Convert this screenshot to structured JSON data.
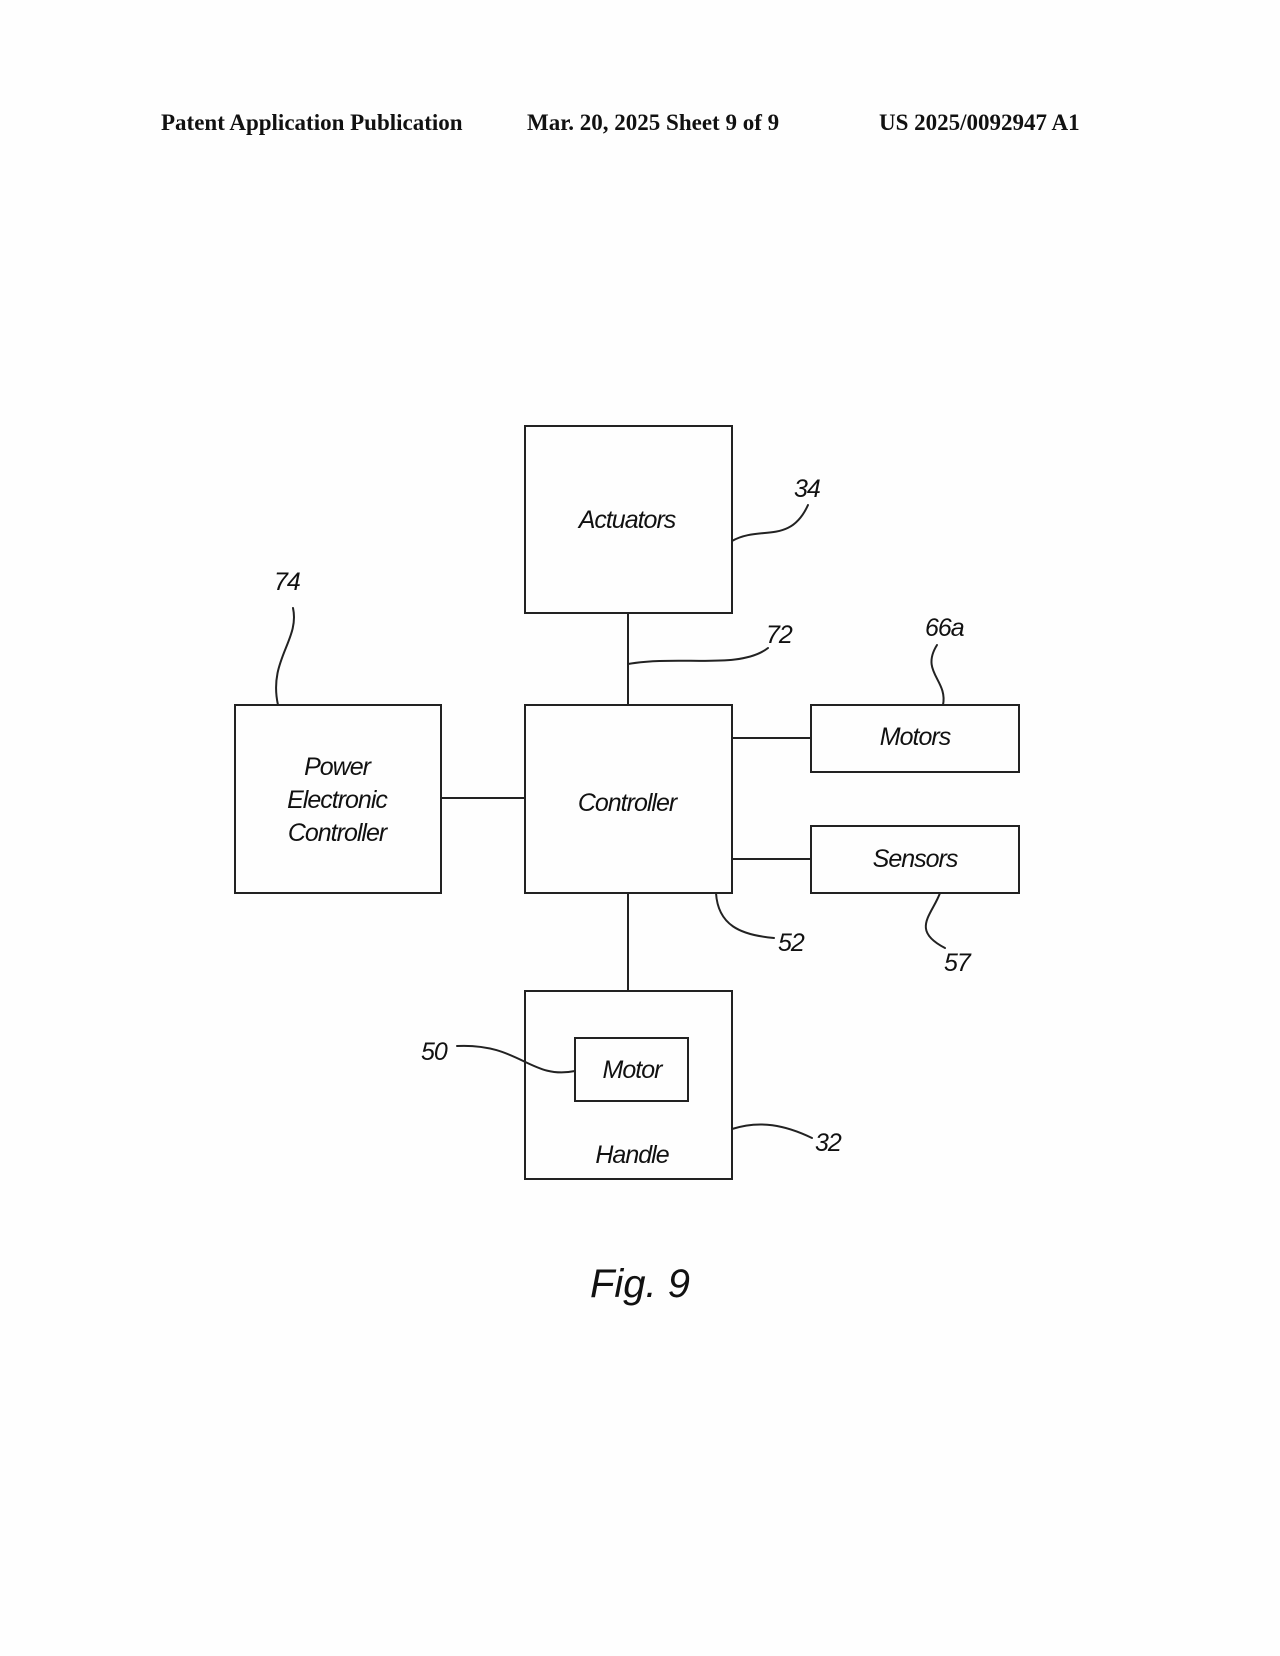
{
  "header": {
    "left": "Patent Application Publication",
    "middle": "Mar. 20, 2025  Sheet 9 of 9",
    "right": "US 2025/0092947 A1"
  },
  "blocks": {
    "actuators": "Actuators",
    "controller": "Controller",
    "power_line1": "Power",
    "power_line2": "Electronic",
    "power_line3": "Controller",
    "motors": "Motors",
    "sensors": "Sensors",
    "motor": "Motor",
    "handle": "Handle"
  },
  "refs": {
    "actuators": "34",
    "bus": "72",
    "power": "74",
    "motors": "66a",
    "controller": "52",
    "sensors": "57",
    "motor": "50",
    "handle": "32"
  },
  "figure_label": "Fig. 9"
}
